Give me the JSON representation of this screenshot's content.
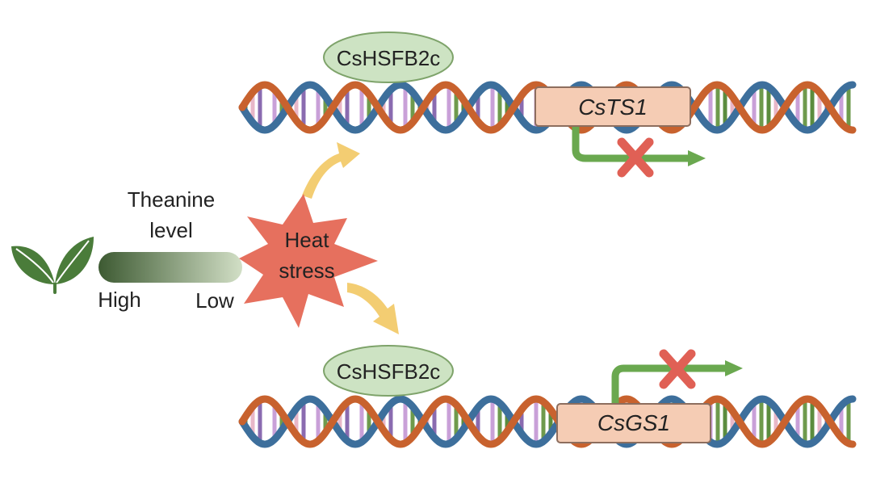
{
  "theanine": {
    "title_line1": "Theanine",
    "title_line2": "level",
    "high_label": "High",
    "low_label": "Low"
  },
  "stress": {
    "line1": "Heat",
    "line2": "stress"
  },
  "top_pathway": {
    "factor": "CsHSFB2c",
    "gene": "CsTS1"
  },
  "bottom_pathway": {
    "factor": "CsHSFB2c",
    "gene": "CsGS1"
  },
  "colors": {
    "leaf": "#4a7c3a",
    "gradient_dark": "#3d5a32",
    "gradient_light": "#d2dfc6",
    "burst": "#e6705e",
    "curved_arrow": "#f3cd72",
    "tf_fill": "#cde3c3",
    "tf_stroke": "#7ea36a",
    "gene_box": "#f5ccb4",
    "gene_box_stroke": "#8d6e5e",
    "dna_strand_a": "#3d6f9c",
    "dna_strand_b": "#c8622e",
    "expression_arrow": "#6aa84f",
    "block_x": "#e06055"
  }
}
